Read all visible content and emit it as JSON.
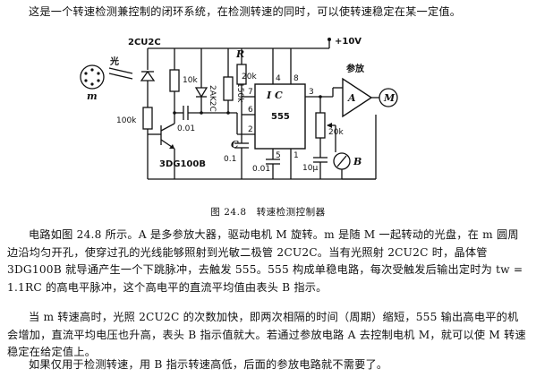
{
  "paragraphs": {
    "intro": "这是一个转速检测兼控制的闭环系统，在检测转速的同时，可以使转速稳定在某一定值。",
    "p2": "电路如图 24.8 所示。A 是多参放大器，驱动电机 M 旋转。m 是随 M 一起转动的光盘，在 m 圆周边沿均匀开孔，使穿过孔的光线能够照射到光敏二极管 2CU2C。当有光照射 2CU2C 时，晶体管 3DG100B 就导通产生一个下跳脉冲，去触发 555。555 构成单稳电路，每次受触发后输出定时为 tw = 1.1RC 的高电平脉冲，这个高电平的直流平均值由表头 B 指示。",
    "p3": "当 m 转速高时，光照 2CU2C 的次数加快，即两次相隔的时间（周期）缩短，555 输出高电平的机会增加，直流平均电压也升高，表头 B 指示值就大。若通过参放电路 A 去控制电机 M，就可以使 M 转速稳定在给定值上。",
    "p4": "如果仅用于检测转速，用 B 指示转速高低，后面的参放电路就不需要了。"
  },
  "figure": {
    "caption": "图 24.8　转速检测控制器",
    "labels": {
      "photodiode": "2CU2C",
      "supply": "+10V",
      "light": "光",
      "disc": "m",
      "r_10k_left": "10k",
      "r_100k": "100k",
      "transistor": "3DG100B",
      "cap_001_left": "0.01",
      "diode_2ak": "2AK2C",
      "r_150k": "150k",
      "r_label": "R",
      "r_20k_top": "20k",
      "ic_label": "I C",
      "ic_model": "555",
      "cap_label": "C",
      "cap_01": "0.1",
      "cap_001_bottom": "0.01",
      "pot_20k": "20k",
      "cap_10u": "10μ",
      "meter": "B",
      "amp_title": "参放",
      "amp": "A",
      "motor": "M",
      "pin4": "4",
      "pin8": "8",
      "pin7": "7",
      "pin6": "6",
      "pin2": "2",
      "pin3": "3",
      "pin5": "5",
      "pin1": "1"
    }
  }
}
